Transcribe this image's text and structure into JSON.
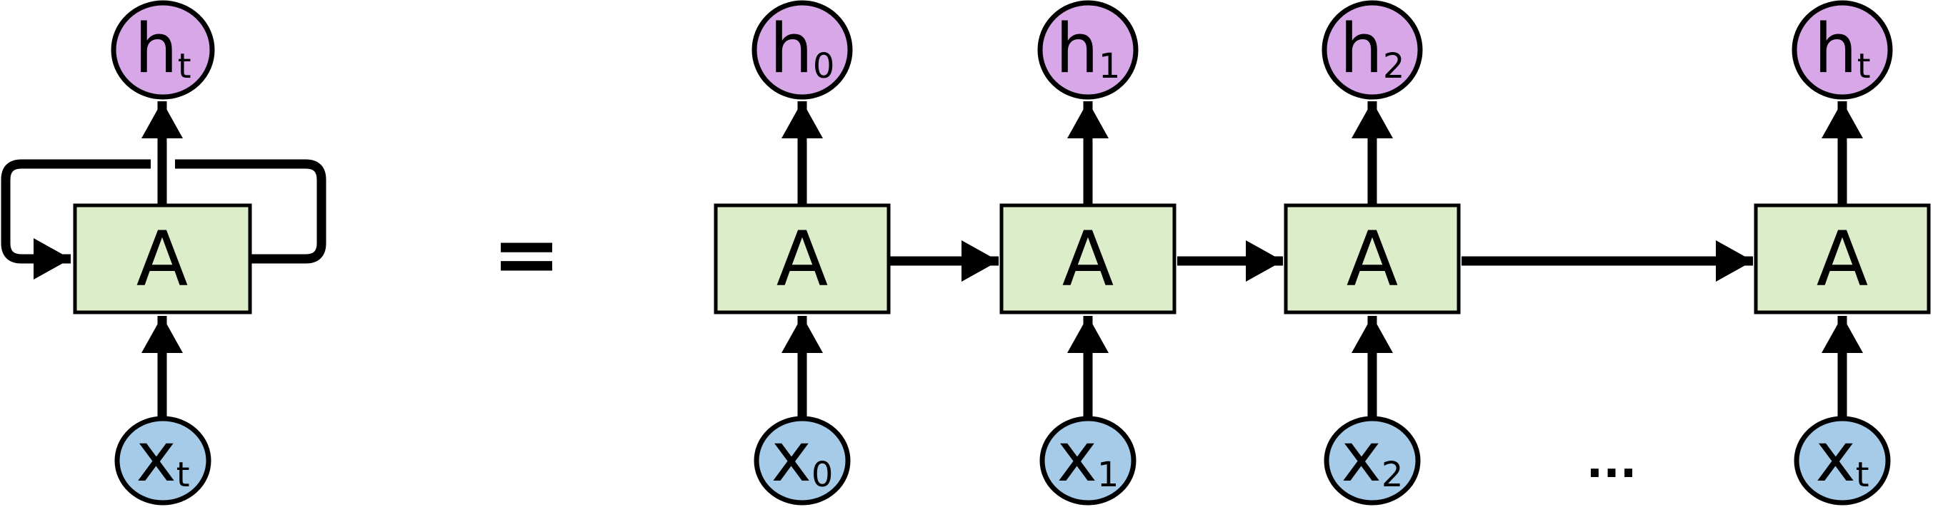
{
  "diagram": {
    "type": "rnn-unrolled-equivalence",
    "equals_label": "=",
    "ellipsis_label": "...",
    "colors": {
      "cell_fill": "#dceec9",
      "hidden_fill": "#d7a7e8",
      "input_fill": "#a6cbe9",
      "line": "#000000",
      "background": "#ffffff"
    },
    "rolled": {
      "cell_label": "A",
      "output": {
        "main": "h",
        "sub": "t"
      },
      "input": {
        "main": "x",
        "sub": "t"
      }
    },
    "unrolled": [
      {
        "cell_label": "A",
        "output": {
          "main": "h",
          "sub": "0"
        },
        "input": {
          "main": "x",
          "sub": "0"
        }
      },
      {
        "cell_label": "A",
        "output": {
          "main": "h",
          "sub": "1"
        },
        "input": {
          "main": "x",
          "sub": "1"
        }
      },
      {
        "cell_label": "A",
        "output": {
          "main": "h",
          "sub": "2"
        },
        "input": {
          "main": "x",
          "sub": "2"
        }
      },
      {
        "cell_label": "A",
        "output": {
          "main": "h",
          "sub": "t"
        },
        "input": {
          "main": "x",
          "sub": "t"
        }
      }
    ]
  }
}
